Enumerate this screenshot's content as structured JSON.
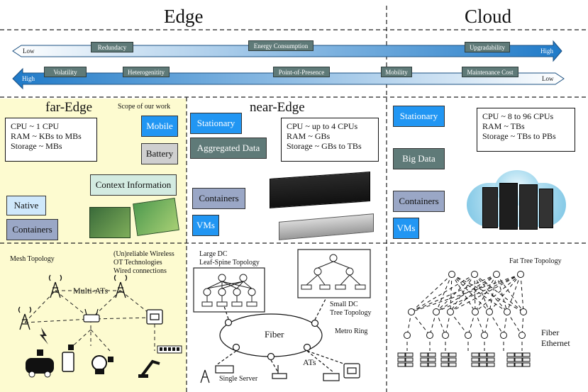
{
  "headers": {
    "edge": "Edge",
    "cloud": "Cloud"
  },
  "top_arrow": {
    "low_label": "Low",
    "high_label": "High",
    "tags": [
      "Redundacy",
      "Energy Consumption",
      "Upgradability"
    ]
  },
  "bottom_arrow": {
    "high_label": "High",
    "low_label": "Low",
    "tags": [
      "Volatility",
      "Heterogenitity",
      "Point-of-Presence",
      "Mobility",
      "Maintenance Cost"
    ]
  },
  "far_edge": {
    "title": "far-Edge",
    "scope": "Scope of our work",
    "specs": [
      "CPU ~ 1 CPU",
      "RAM ~ KBs to MBs",
      "Storage ~ MBs"
    ],
    "mobile": "Mobile",
    "battery": "Battery",
    "context": "Context Information",
    "native": "Native",
    "containers": "Containers"
  },
  "near_edge": {
    "title": "near-Edge",
    "stationary": "Stationary",
    "aggregated": "Aggregated Data",
    "specs": [
      "CPU ~ up to 4 CPUs",
      "RAM ~ GBs",
      "Storage ~  GBs to TBs"
    ],
    "containers": "Containers",
    "vms": "VMs"
  },
  "cloud": {
    "stationary": "Stationary",
    "big_data": "Big Data",
    "specs": [
      "CPU ~ 8 to 96 CPUs",
      "RAM ~ TBs",
      "Storage ~  TBs to PBs"
    ],
    "containers": "Containers",
    "vms": "VMs"
  },
  "topology": {
    "mesh": "Mesh Topology",
    "wireless": [
      "(Un)reliable Wireless",
      "OT Technologies",
      "Wired connections"
    ],
    "multi_ats": "Multi-ATs",
    "large_dc": [
      "Large DC",
      "Leaf-Spine Topology"
    ],
    "small_dc": [
      "Small DC",
      "Tree  Topology"
    ],
    "fiber": "Fiber",
    "metro_ring": "Metro Ring",
    "single_server": "Single Server",
    "ats": "ATs",
    "fat_tree": "Fat Tree Topology",
    "fiber_ethernet": [
      "Fiber",
      "Ethernet"
    ]
  },
  "colors": {
    "light_yellow": "#fdfbd0",
    "bright_blue": "#2196f3",
    "light_blue": "#cfe8fb",
    "slate": "#9aa7c6",
    "teal": "#5f7a78",
    "gray": "#cfcfcf",
    "mint": "#d3ebe1"
  }
}
